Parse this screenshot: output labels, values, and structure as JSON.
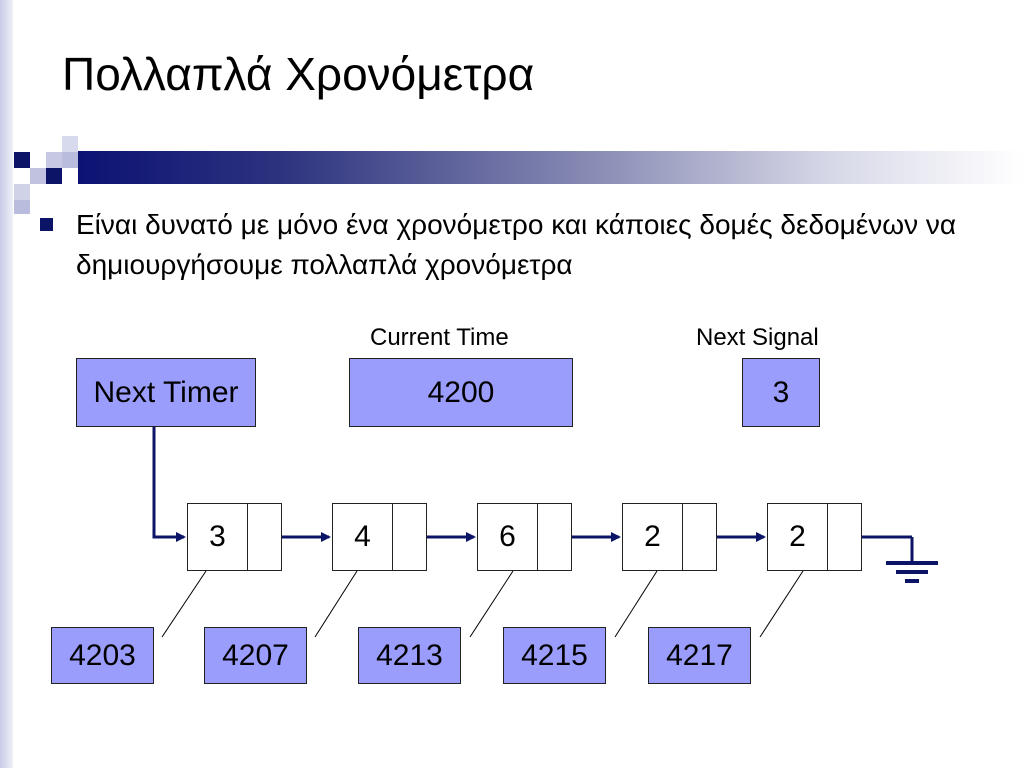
{
  "slide": {
    "title": "Πολλαπλά Χρονόμετρα",
    "bullet": "Είναι δυνατό με μόνο ένα χρονόμετρο και κάποιες δομές δεδομένων να δημιουργήσουμε πολλαπλά χρονόμετρα"
  },
  "diagram": {
    "next_timer_label": "Next Timer",
    "current_time": {
      "label": "Current Time",
      "value": "4200"
    },
    "next_signal": {
      "label": "Next Signal",
      "value": "3"
    },
    "nodes": [
      "3",
      "4",
      "6",
      "2",
      "2"
    ],
    "absolute_times": [
      "4203",
      "4207",
      "4213",
      "4215",
      "4217"
    ]
  },
  "colors": {
    "box_fill": "#9a9dfb",
    "arrow": "#0c1467",
    "accent": "#0b1273"
  }
}
